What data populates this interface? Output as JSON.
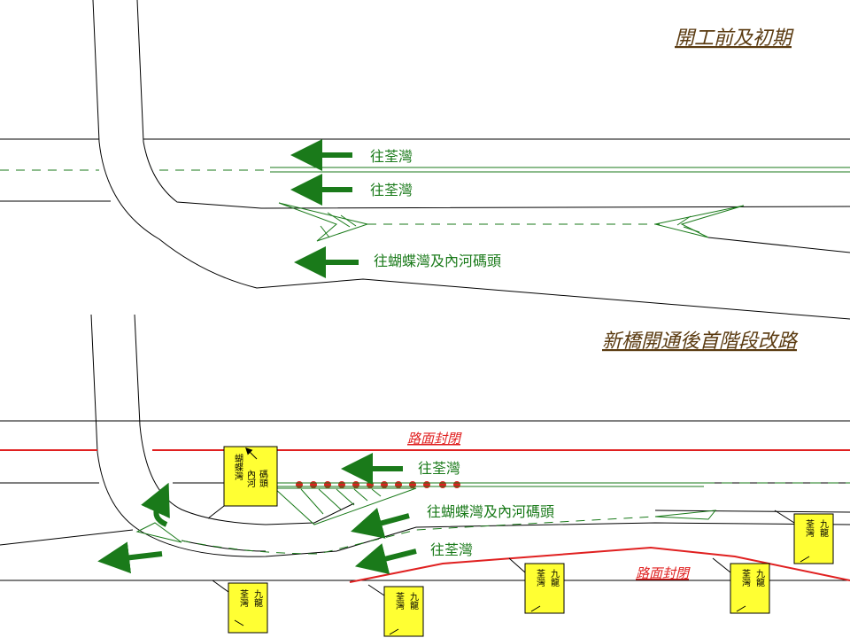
{
  "stage1": {
    "title": "開工前及初期",
    "labels": [
      "往荃灣",
      "往荃灣",
      "往蝴蝶灣及內河碼頭"
    ]
  },
  "stage2": {
    "title": "新橋開通後首階段改路",
    "labels": [
      "往荃灣",
      "往蝴蝶灣及內河碼頭",
      "往荃灣"
    ],
    "closed_top": "路面封閉",
    "closed_bottom": "路面封閉",
    "signs": [
      {
        "col1": "蝴蝶灣",
        "col2": "內河",
        "col3": "碼頭"
      },
      {
        "col1": "荃灣",
        "col2": "九龍"
      },
      {
        "col1": "荃灣",
        "col2": "九龍"
      },
      {
        "col1": "荃灣",
        "col2": "九龍"
      },
      {
        "col1": "荃灣",
        "col2": "九龍"
      },
      {
        "col1": "荃灣",
        "col2": "九龍"
      }
    ]
  },
  "colors": {
    "road": "#000000",
    "marking": "#1a7a1a",
    "arrow": "#1a7a1a",
    "closure": "#e02020",
    "sign_bg": "#ffff33",
    "title": "#5a3a10"
  }
}
